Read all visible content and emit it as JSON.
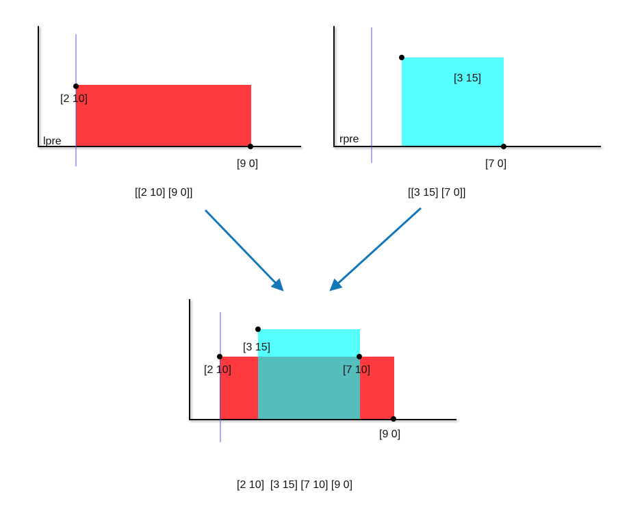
{
  "colors": {
    "red": "#fe3a3e",
    "cyan": "#55fffd",
    "overlap": "#55bebd",
    "arrow": "#1478b8",
    "axis": "#111111",
    "guide": "#5555cc"
  },
  "left_panel": {
    "axis_label": "lpre",
    "point_a": "[2 10]",
    "point_b": "[9 0]",
    "caption": "[[2 10] [9 0]]"
  },
  "right_panel": {
    "axis_label": "rpre",
    "point_a": "[3 15]",
    "point_b": "[7 0]",
    "caption": "[[3 15] [7 0]]"
  },
  "merged_panel": {
    "point_a": "[2 10]",
    "point_b": "[3 15]",
    "point_c": "[7 10]",
    "point_d": "[9 0]",
    "caption": "[2 10]  [3 15] [7 10] [9 0]"
  }
}
